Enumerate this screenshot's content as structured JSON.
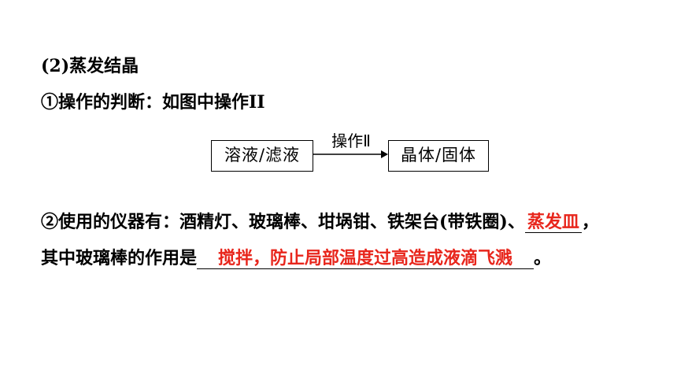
{
  "heading": "(2)蒸发结晶",
  "judgement": "①操作的判断：如图中操作II",
  "diagram": {
    "left_box": "溶液/滤液",
    "arrow_label": "操作Ⅱ",
    "right_box": "晶体/固体"
  },
  "instruments": {
    "prefix": "②使用的仪器有：酒精灯、玻璃棒、坩埚钳、铁架台(带铁圈)、",
    "answer": "蒸发皿",
    "suffix": "，"
  },
  "glass_rod": {
    "prefix": "其中玻璃棒的作用是",
    "answer": "搅拌，防止局部温度过高造成液滴飞溅",
    "suffix": "。"
  },
  "colors": {
    "answer": "#e8261c",
    "text": "#000000"
  }
}
